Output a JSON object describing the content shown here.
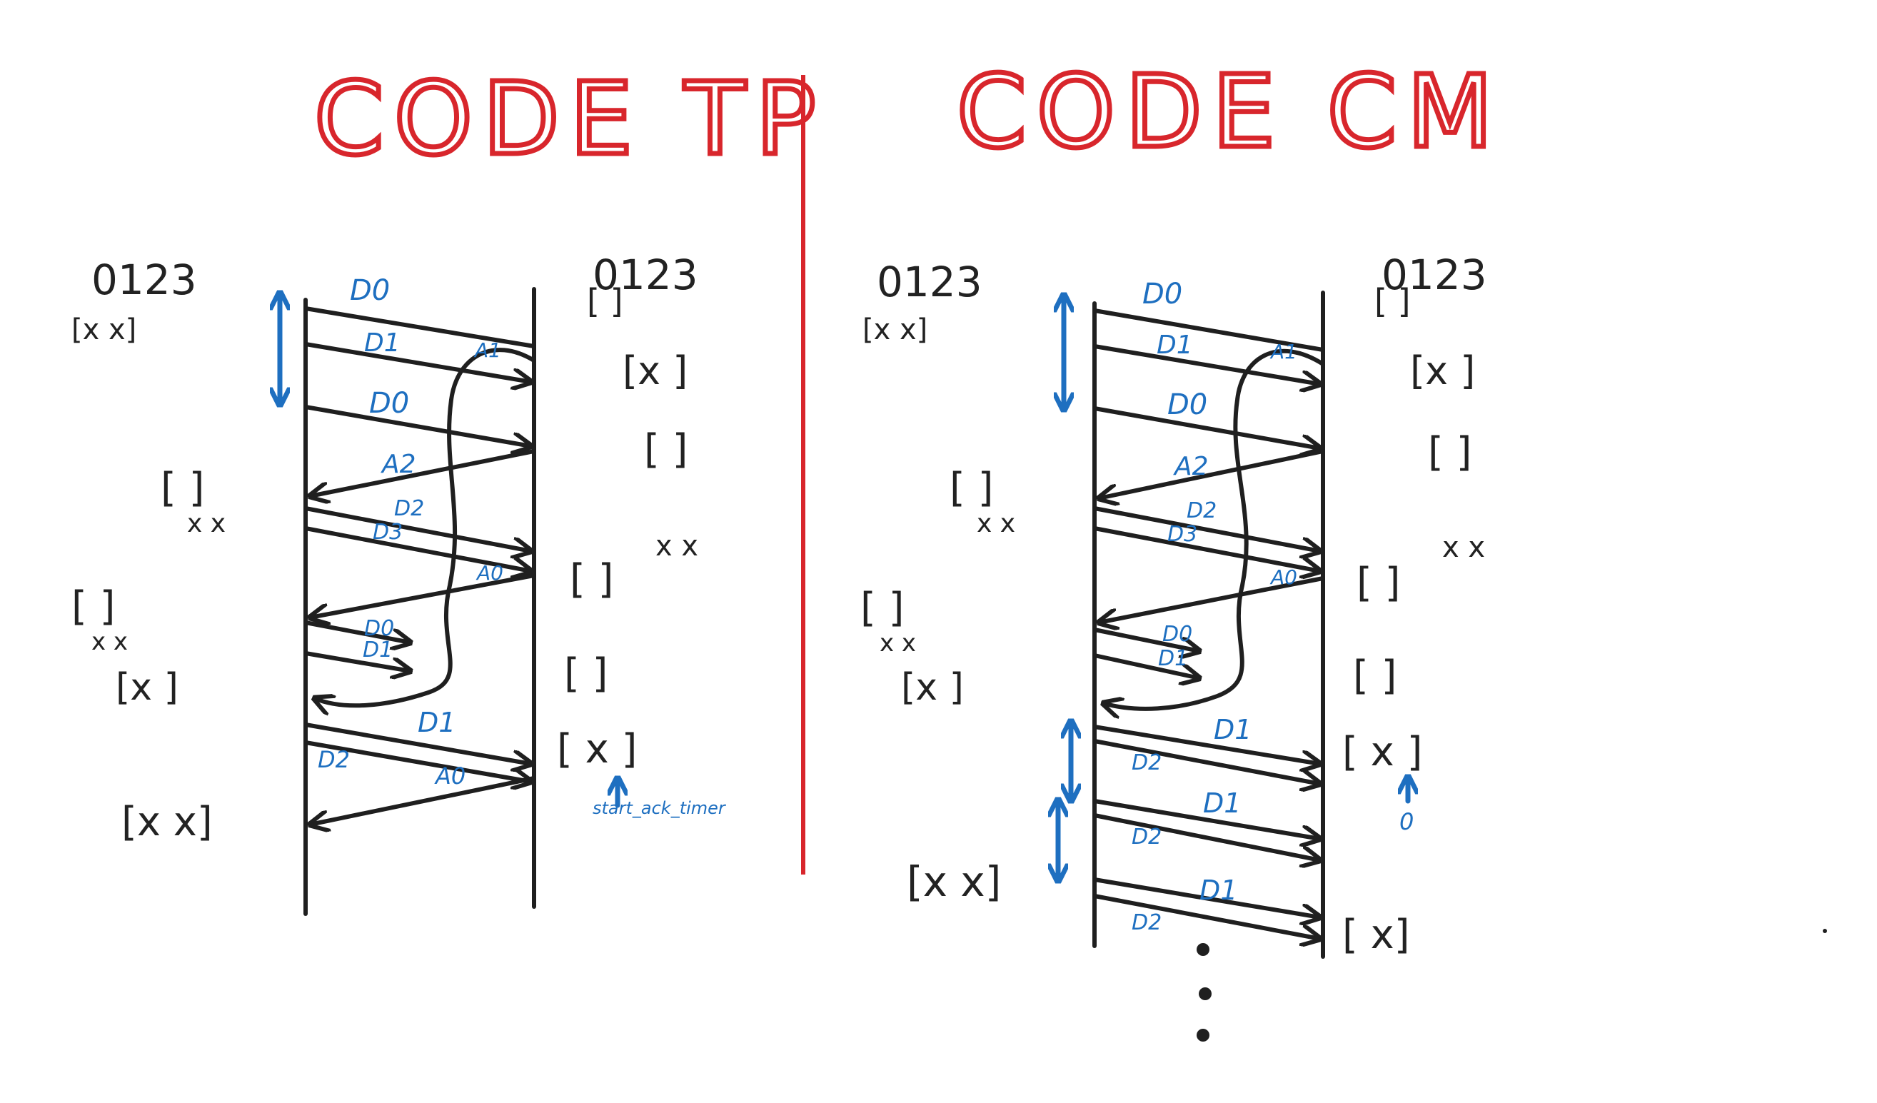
{
  "titles": {
    "left": "CODE TP",
    "right": "CODE CM"
  },
  "colors": {
    "title": "#d8262c",
    "ink": "#1f1f1f",
    "annotation": "#1e6fc0",
    "background": "#ffffff"
  },
  "left": {
    "sender_seq": "0123",
    "receiver_seq": "0123",
    "sender_windows": [
      "[x x]",
      "[   ]",
      "x x",
      "[   ]",
      "x x",
      "[x   ]",
      "[x x]"
    ],
    "receiver_windows": [
      "[   ]",
      "[x  ]",
      "[   ]",
      "x x",
      "[   ]",
      "[   ]",
      "[ x ]"
    ],
    "messages": [
      "D0",
      "D1",
      "A1",
      "D0",
      "A2",
      "D2",
      "D3",
      "A0",
      "D0",
      "D1",
      "D1",
      "D2",
      "A0"
    ],
    "note": "start_ack_timer"
  },
  "right": {
    "sender_seq": "0123",
    "receiver_seq": "0123",
    "sender_windows": [
      "[x x]",
      "[   ]",
      "x x",
      "[   ]",
      "x x",
      "[x   ]",
      "[x x]"
    ],
    "receiver_windows": [
      "[   ]",
      "[x  ]",
      "[   ]",
      "x x",
      "[   ]",
      "[   ]",
      "[ x ]",
      "[ x]"
    ],
    "messages": [
      "D0",
      "D1",
      "A1",
      "D0",
      "A2",
      "D2",
      "D3",
      "A0",
      "D0",
      "D1",
      "D1",
      "D2",
      "D1",
      "D2",
      "D1",
      "D2"
    ],
    "note": "0"
  }
}
